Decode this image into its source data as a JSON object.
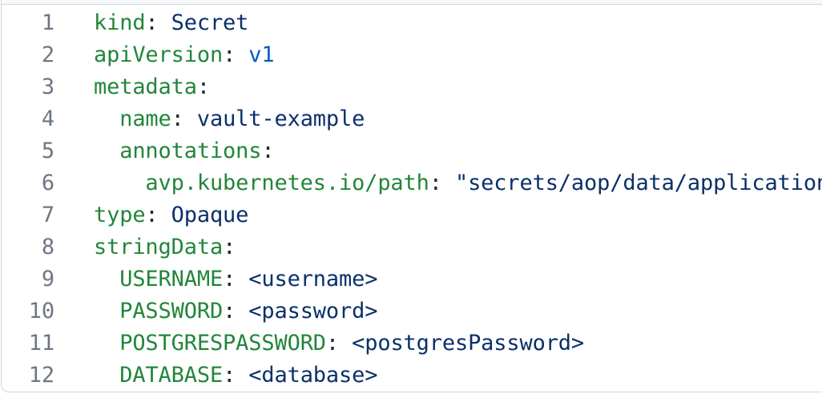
{
  "colors": {
    "background": "#ffffff",
    "header_gray": "#f6f8fa",
    "border_gray": "#d0d7de",
    "line_number_gray": "#6e7781",
    "key_green": "#22863a",
    "punctuation_dark": "#24292e",
    "value_navy": "#0a3069",
    "string_navy": "#0a3069",
    "constant_blue": "#005cc5"
  },
  "code_block": {
    "language": "yaml",
    "lines": [
      {
        "number": "1",
        "tokens": [
          {
            "type": "key",
            "text": "kind"
          },
          {
            "type": "punc",
            "text": ":"
          },
          {
            "type": "plain",
            "text": " "
          },
          {
            "type": "value",
            "text": "Secret"
          }
        ]
      },
      {
        "number": "2",
        "tokens": [
          {
            "type": "key",
            "text": "apiVersion"
          },
          {
            "type": "punc",
            "text": ":"
          },
          {
            "type": "plain",
            "text": " "
          },
          {
            "type": "const",
            "text": "v1"
          }
        ]
      },
      {
        "number": "3",
        "tokens": [
          {
            "type": "key",
            "text": "metadata"
          },
          {
            "type": "punc",
            "text": ":"
          }
        ]
      },
      {
        "number": "4",
        "tokens": [
          {
            "type": "plain",
            "text": "  "
          },
          {
            "type": "key",
            "text": "name"
          },
          {
            "type": "punc",
            "text": ":"
          },
          {
            "type": "plain",
            "text": " "
          },
          {
            "type": "value",
            "text": "vault-example"
          }
        ]
      },
      {
        "number": "5",
        "tokens": [
          {
            "type": "plain",
            "text": "  "
          },
          {
            "type": "key",
            "text": "annotations"
          },
          {
            "type": "punc",
            "text": ":"
          }
        ]
      },
      {
        "number": "6",
        "tokens": [
          {
            "type": "plain",
            "text": "    "
          },
          {
            "type": "key",
            "text": "avp.kubernetes.io/path"
          },
          {
            "type": "punc",
            "text": ":"
          },
          {
            "type": "plain",
            "text": " "
          },
          {
            "type": "string",
            "text": "\"secrets/aop/data/application\""
          }
        ]
      },
      {
        "number": "7",
        "tokens": [
          {
            "type": "key",
            "text": "type"
          },
          {
            "type": "punc",
            "text": ":"
          },
          {
            "type": "plain",
            "text": " "
          },
          {
            "type": "value",
            "text": "Opaque"
          }
        ]
      },
      {
        "number": "8",
        "tokens": [
          {
            "type": "key",
            "text": "stringData"
          },
          {
            "type": "punc",
            "text": ":"
          }
        ]
      },
      {
        "number": "9",
        "tokens": [
          {
            "type": "plain",
            "text": "  "
          },
          {
            "type": "key",
            "text": "USERNAME"
          },
          {
            "type": "punc",
            "text": ":"
          },
          {
            "type": "plain",
            "text": " "
          },
          {
            "type": "value",
            "text": "<username>"
          }
        ]
      },
      {
        "number": "10",
        "tokens": [
          {
            "type": "plain",
            "text": "  "
          },
          {
            "type": "key",
            "text": "PASSWORD"
          },
          {
            "type": "punc",
            "text": ":"
          },
          {
            "type": "plain",
            "text": " "
          },
          {
            "type": "value",
            "text": "<password>"
          }
        ]
      },
      {
        "number": "11",
        "tokens": [
          {
            "type": "plain",
            "text": "  "
          },
          {
            "type": "key",
            "text": "POSTGRESPASSWORD"
          },
          {
            "type": "punc",
            "text": ":"
          },
          {
            "type": "plain",
            "text": " "
          },
          {
            "type": "value",
            "text": "<postgresPassword>"
          }
        ]
      },
      {
        "number": "12",
        "tokens": [
          {
            "type": "plain",
            "text": "  "
          },
          {
            "type": "key",
            "text": "DATABASE"
          },
          {
            "type": "punc",
            "text": ":"
          },
          {
            "type": "plain",
            "text": " "
          },
          {
            "type": "value",
            "text": "<database>"
          }
        ]
      }
    ]
  }
}
